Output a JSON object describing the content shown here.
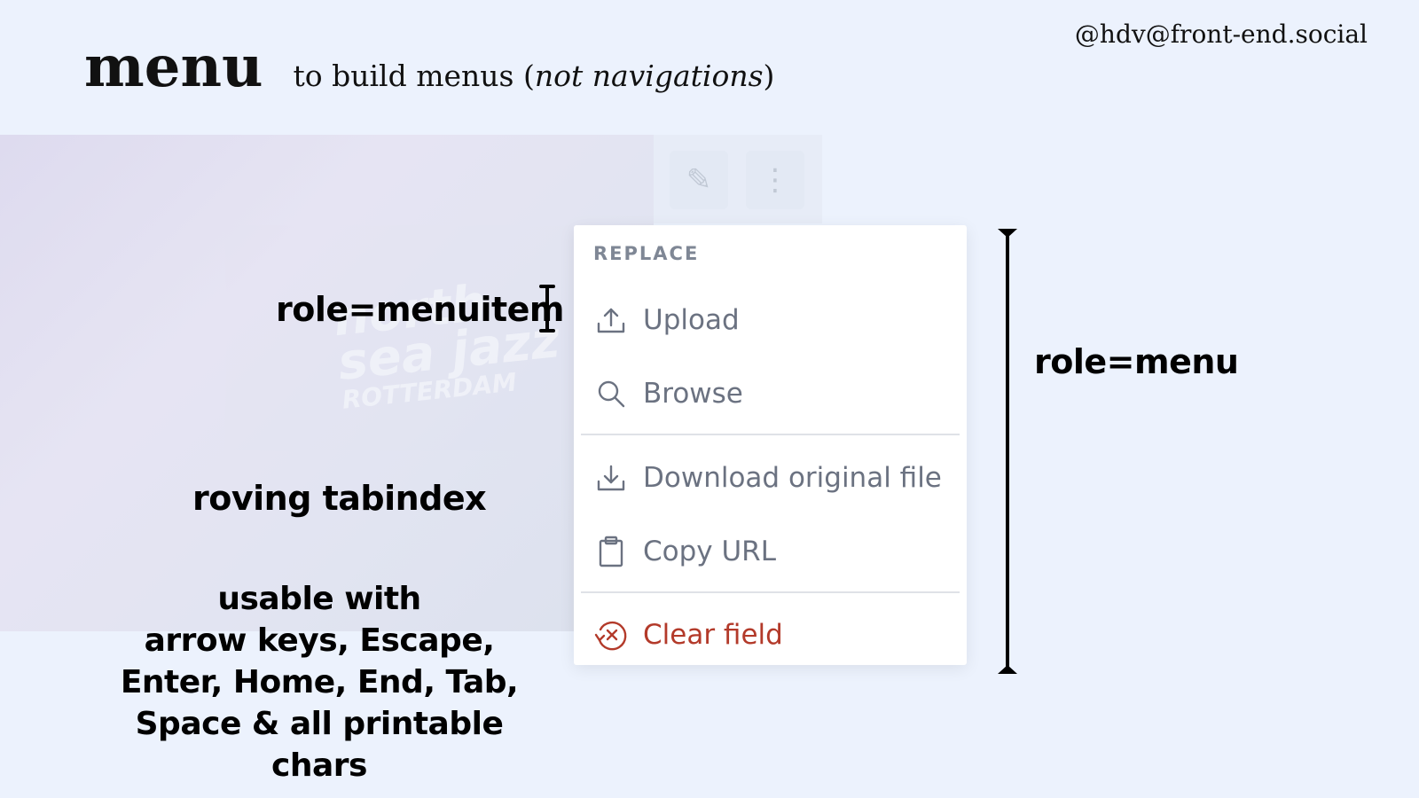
{
  "header": {
    "handle": "@hdv@front-end.social",
    "title": "menu",
    "subtitle_prefix": "to build menus (",
    "subtitle_italic": "not navigations",
    "subtitle_suffix": ")"
  },
  "background": {
    "stage_text_line1": "north",
    "stage_text_line2": "sea jazz",
    "stage_text_line3": "ROTTERDAM"
  },
  "menu": {
    "group_label": "REPLACE",
    "items": [
      {
        "label": "Upload",
        "icon": "upload-icon",
        "danger": false
      },
      {
        "label": "Browse",
        "icon": "search-icon",
        "danger": false
      },
      {
        "label": "Download original file",
        "icon": "download-icon",
        "danger": false
      },
      {
        "label": "Copy URL",
        "icon": "clipboard-icon",
        "danger": false
      },
      {
        "label": "Clear field",
        "icon": "clear-icon",
        "danger": true
      }
    ]
  },
  "annotations": {
    "menuitem": "role=menuitem",
    "menu": "role=menu",
    "roving": "roving tabindex",
    "usage_lines": [
      "usable with",
      "arrow keys, Escape,",
      "Enter, Home, End, Tab,",
      "Space & all printable chars"
    ]
  },
  "colors": {
    "background": "#ecf2fd",
    "menu_text": "#6b7281",
    "danger_text": "#b33a2a",
    "group_label": "#7f8795"
  }
}
